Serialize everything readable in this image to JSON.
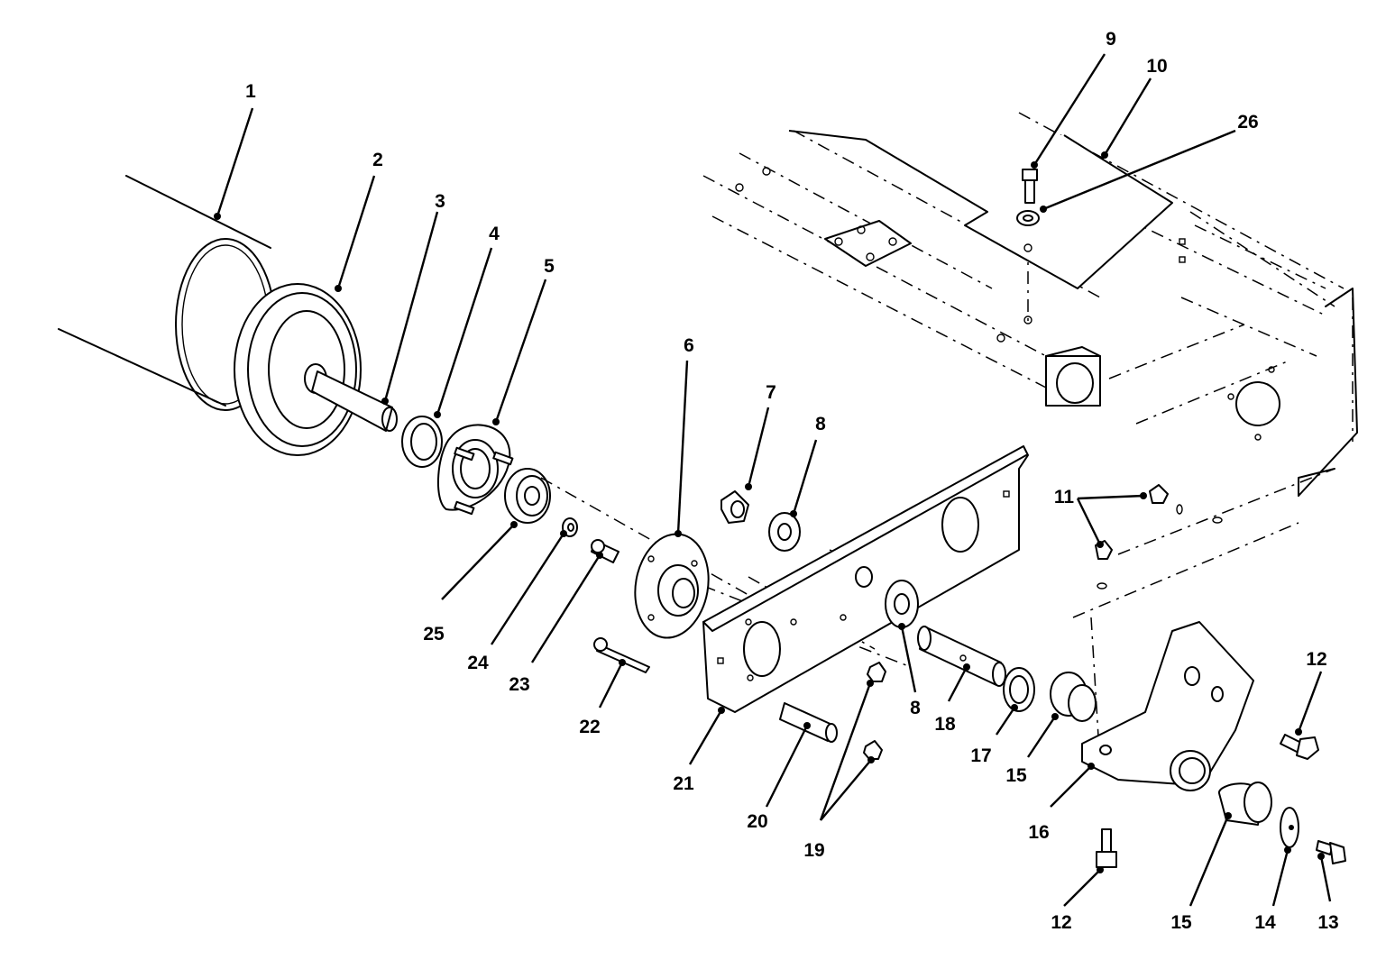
{
  "callouts": [
    {
      "id": "c1",
      "text": "1"
    },
    {
      "id": "c2",
      "text": "2"
    },
    {
      "id": "c3",
      "text": "3"
    },
    {
      "id": "c4",
      "text": "4"
    },
    {
      "id": "c5",
      "text": "5"
    },
    {
      "id": "c6",
      "text": "6"
    },
    {
      "id": "c7",
      "text": "7"
    },
    {
      "id": "c8a",
      "text": "8"
    },
    {
      "id": "c8b",
      "text": "8"
    },
    {
      "id": "c9",
      "text": "9"
    },
    {
      "id": "c10",
      "text": "10"
    },
    {
      "id": "c11",
      "text": "11"
    },
    {
      "id": "c12a",
      "text": "12"
    },
    {
      "id": "c12b",
      "text": "12"
    },
    {
      "id": "c13",
      "text": "13"
    },
    {
      "id": "c14",
      "text": "14"
    },
    {
      "id": "c15a",
      "text": "15"
    },
    {
      "id": "c15b",
      "text": "15"
    },
    {
      "id": "c16",
      "text": "16"
    },
    {
      "id": "c17",
      "text": "17"
    },
    {
      "id": "c18",
      "text": "18"
    },
    {
      "id": "c19",
      "text": "19"
    },
    {
      "id": "c20",
      "text": "20"
    },
    {
      "id": "c21",
      "text": "21"
    },
    {
      "id": "c22",
      "text": "22"
    },
    {
      "id": "c23",
      "text": "23"
    },
    {
      "id": "c24",
      "text": "24"
    },
    {
      "id": "c25",
      "text": "25"
    },
    {
      "id": "c26",
      "text": "26"
    }
  ]
}
